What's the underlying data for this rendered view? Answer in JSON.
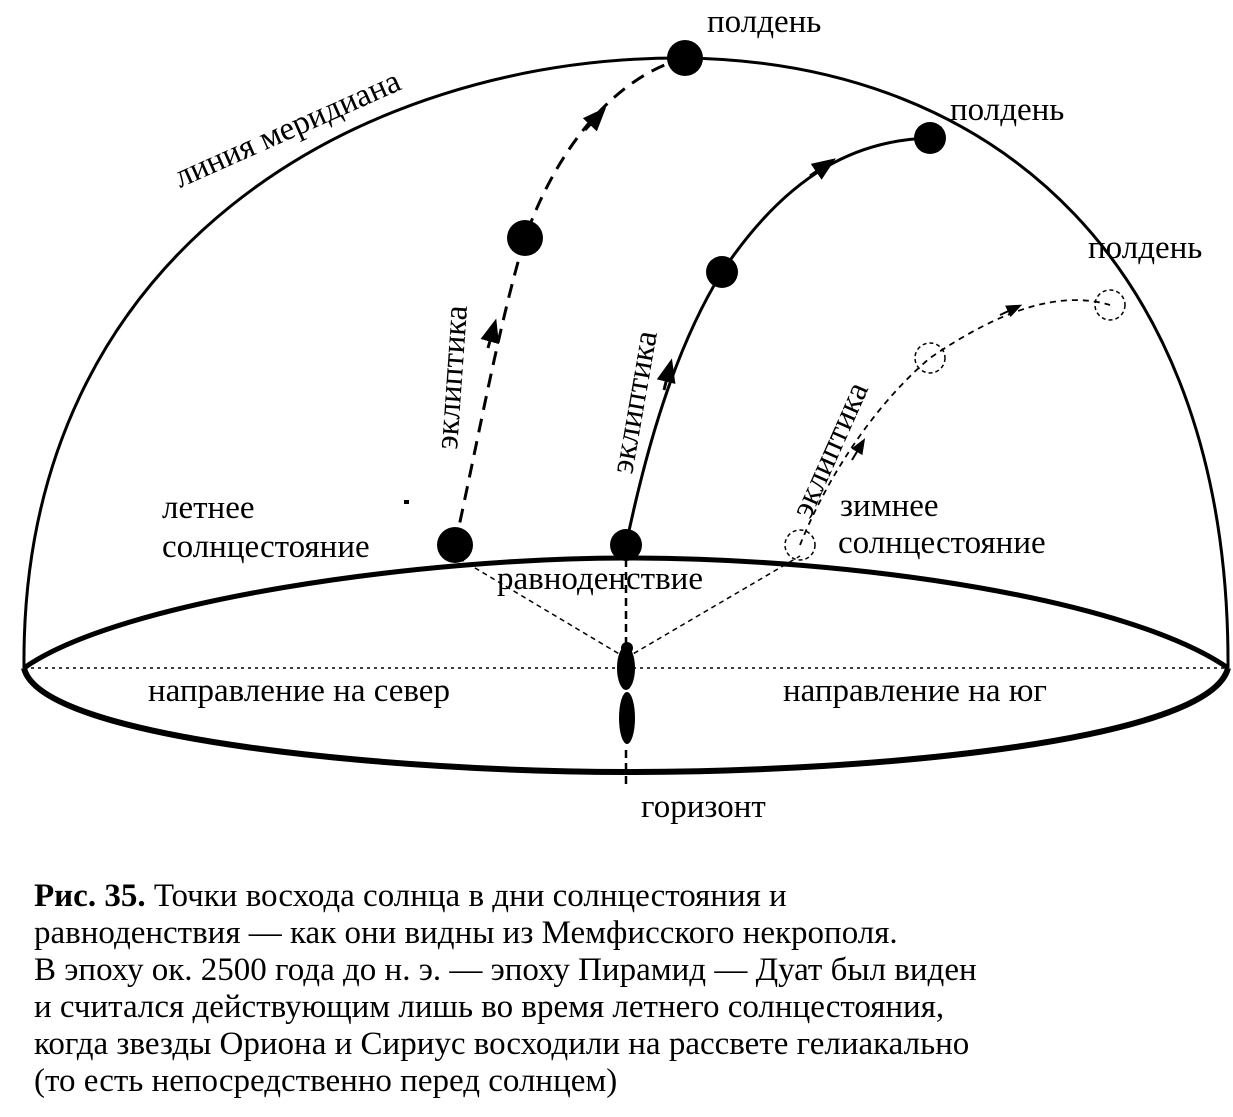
{
  "diagram": {
    "meridian_label": "линия меридиана",
    "noon_labels": [
      "полдень",
      "полдень",
      "полдень"
    ],
    "ecliptic_labels": [
      "эклиптика",
      "эклиптика",
      "эклиптика"
    ],
    "summer_solstice_label": [
      "летнее",
      "солнцестояние"
    ],
    "winter_solstice_label": [
      "зимнее",
      "солнцестояние"
    ],
    "equinox_label": "равноденствие",
    "north_label": "направление на север",
    "south_label": "направление на юг",
    "horizon_label": "горизонт"
  },
  "caption": {
    "fig_number": "Рис. 35.",
    "lines": [
      "Точки восхода солнца в дни солнцестояния и",
      "равноденствия  — как они видны из Мемфисского некрополя.",
      "В эпоху ок. 2500 года до н. э.  — эпоху Пирамид  — Дуат был виден",
      "и считался действующим лишь во время летнего солнцестояния,",
      "когда звезды Ориона и Сириус восходили на рассвете гелиакально",
      "(то есть непосредственно перед солнцем)"
    ]
  }
}
